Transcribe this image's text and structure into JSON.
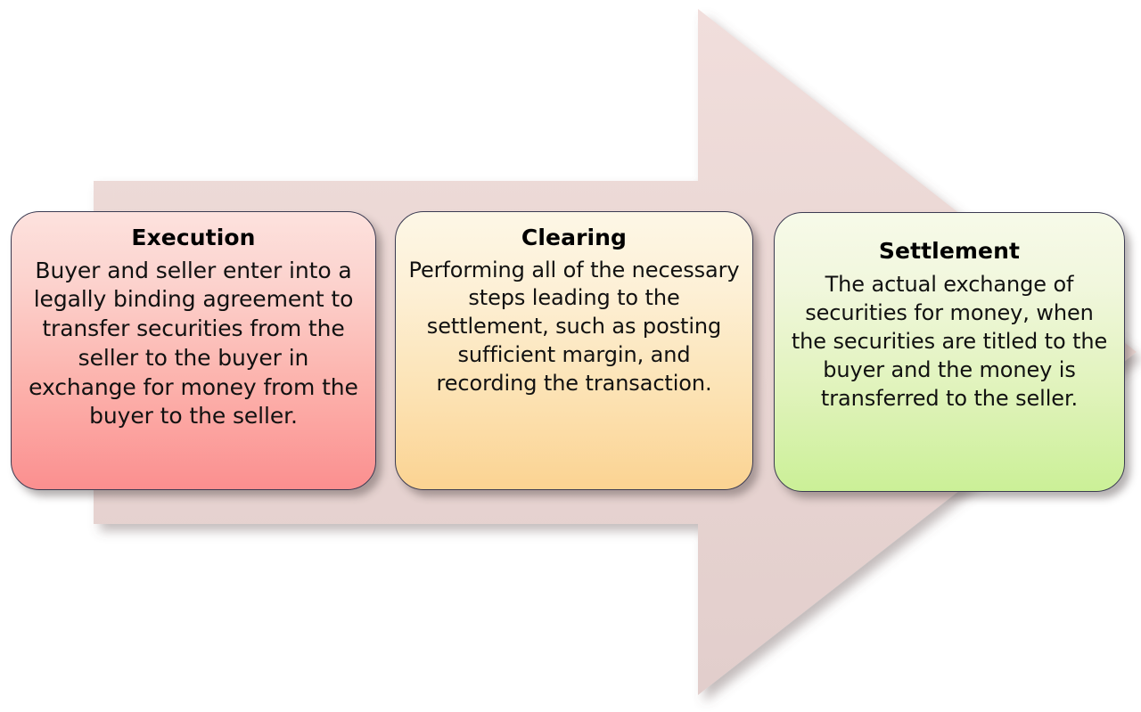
{
  "diagram": {
    "type": "process-flow-arrow",
    "background_color": "#ffffff",
    "arrow": {
      "name": "right-pointing-process-arrow",
      "fill_color": "#e7d4d2",
      "highlight_color": "#f0dedc",
      "direction": "right"
    },
    "stages": [
      {
        "id": "execution",
        "title": "Execution",
        "description": "Buyer and seller enter into a legally binding agreement to transfer securities from the seller to the buyer in exchange for money from the buyer to the seller.",
        "gradient_top": "#fde2de",
        "gradient_bottom": "#fb8f8f",
        "border_color": "#3b3b52"
      },
      {
        "id": "clearing",
        "title": "Clearing",
        "description": "Performing all of the necessary steps leading to the settlement,  such as posting sufficient margin, and recording the transaction.",
        "gradient_top": "#fdf7e6",
        "gradient_bottom": "#fbd392",
        "border_color": "#3b3b52"
      },
      {
        "id": "settlement",
        "title": "Settlement",
        "description": "The actual exchange of securities for money, when the securities are titled to the buyer and the money is transferred to the seller.",
        "gradient_top": "#f7fae9",
        "gradient_bottom": "#cbf097",
        "border_color": "#3b3b52"
      }
    ]
  }
}
